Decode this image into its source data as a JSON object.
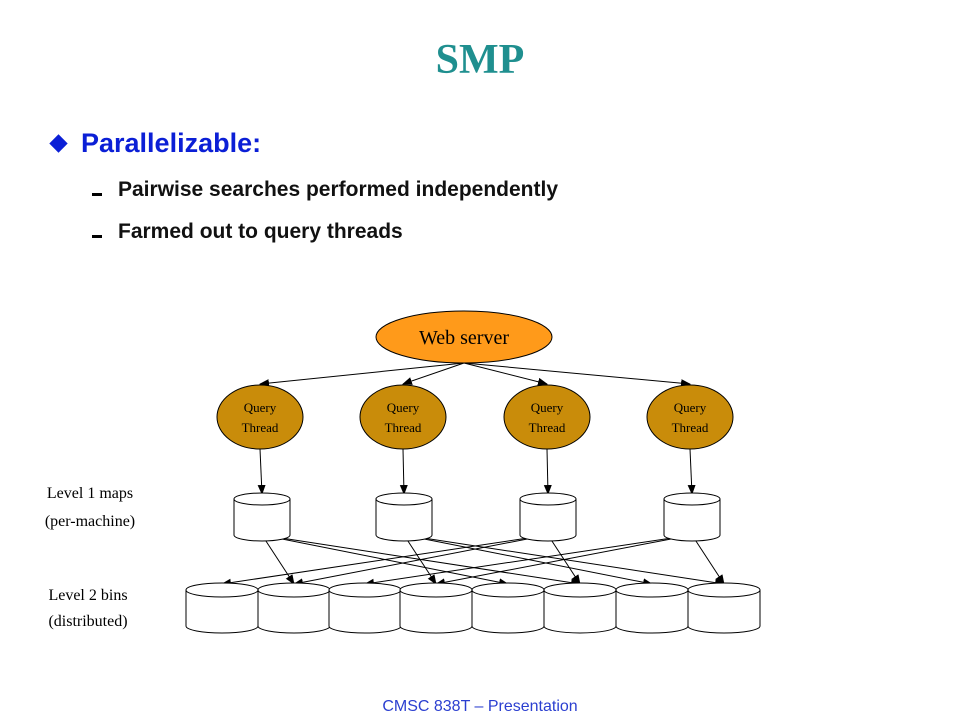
{
  "slide": {
    "title": "SMP",
    "bullet": "Parallelizable:",
    "subbullets": [
      "Pairwise searches performed independently",
      "Farmed out to query threads"
    ],
    "footer": "CMSC 838T – Presentation"
  },
  "diagram": {
    "web_server_label": "Web server",
    "query_thread_label": [
      "Query",
      "Thread"
    ],
    "thread_count": 4,
    "level1_label": [
      "Level 1 maps",
      "(per-machine)"
    ],
    "level2_label": [
      "Level 2 bins",
      "(distributed)"
    ],
    "level1_count": 4,
    "level2_count": 8,
    "colors": {
      "title": "#1f8f8f",
      "bullet": "#0b1fd6",
      "footer": "#2b3fd0",
      "web_server_fill": "#ff9a1a",
      "query_thread_fill": "#c98c0a"
    }
  }
}
